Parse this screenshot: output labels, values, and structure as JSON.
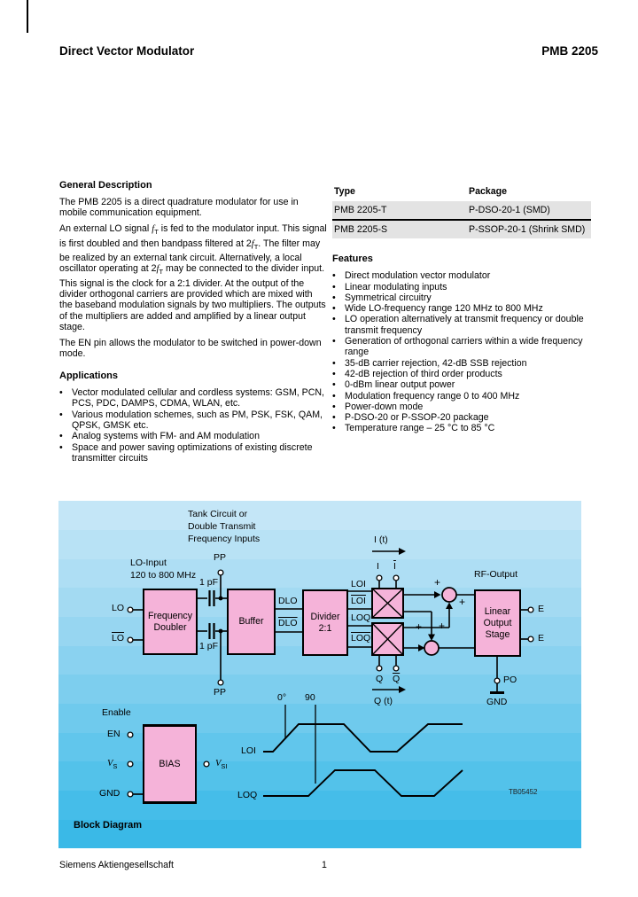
{
  "ui": {
    "bullet": "•"
  },
  "header": {
    "title": "Direct Vector Modulator",
    "part": "PMB 2205"
  },
  "general_description": {
    "heading": "General Description",
    "paragraphs": [
      [
        {
          "t": "The PMB 2205 is a direct quadrature modulator for use in mobile communication equipment."
        }
      ],
      [
        {
          "t": "An external LO signal "
        },
        {
          "i": "f",
          "sub": "T"
        },
        {
          "t": " is fed to the modulator input. This signal is first doubled and then bandpass filtered at 2"
        },
        {
          "i": "f",
          "sub": "T"
        },
        {
          "t": ". The filter may be realized by an external tank circuit. Alternatively, a local oscillator operating at 2"
        },
        {
          "i": "f",
          "sub": "T"
        },
        {
          "t": " may be connected to the divider input. This signal is the clock for a 2:1 divider. At the output of the divider orthogonal carriers are provided which are mixed with the baseband modulation signals by two multipliers. The outputs of the multipliers are added and amplified by a linear output stage."
        }
      ],
      [
        {
          "t": "The EN pin allows the modulator to be switched in power-down mode."
        }
      ]
    ]
  },
  "applications": {
    "heading": "Applications",
    "items": [
      "Vector modulated cellular and cordless systems: GSM, PCN, PCS, PDC, DAMPS, CDMA, WLAN, etc.",
      "Various modulation schemes, such as PM, PSK, FSK, QAM, QPSK, GMSK etc.",
      "Analog systems with FM- and AM modulation",
      "Space and power saving optimizations of existing discrete transmitter circuits"
    ]
  },
  "ordering": {
    "columns": [
      "Type",
      "Package"
    ],
    "rows": [
      [
        "PMB 2205-T",
        "P-DSO-20-1 (SMD)"
      ],
      [
        "PMB 2205-S",
        "P-SSOP-20-1 (Shrink SMD)"
      ]
    ]
  },
  "features": {
    "heading": "Features",
    "items": [
      "Direct modulation vector modulator",
      "Linear modulating inputs",
      "Symmetrical circuitry",
      "Wide LO-frequency range 120 MHz to 800 MHz",
      "LO operation alternatively at transmit frequency or double transmit frequency",
      "Generation of orthogonal carriers within a wide frequency range",
      "35-dB carrier rejection, 42-dB SSB rejection",
      "42-dB rejection of third order products",
      "0-dBm linear output power",
      "Modulation frequency range 0 to 400 MHz",
      "Power-down mode",
      "P-DSO-20 or P-SSOP-20 package",
      "Temperature range – 25 °C to 85 °C"
    ]
  },
  "diagram": {
    "caption": "Block Diagram",
    "figure_id": "TB05452",
    "blocks": {
      "freq_doubler": "Frequency\nDoubler",
      "buffer": "Buffer",
      "divider": "Divider\n2:1",
      "linear": "Linear\nOutput\nStage",
      "bias": "BIAS"
    },
    "labels": {
      "tank_note": "Tank Circuit or\nDouble Transmit\nFrequency Inputs",
      "lo_input": "LO-Input\n120 to 800 MHz",
      "pp": "PP",
      "lo": "LO",
      "cap": "1 pF",
      "dlo": "DLO",
      "loi": "LOI",
      "loq": "LOQ",
      "i_t": "I (t)",
      "q_t": "Q (t)",
      "i": "I",
      "q": "Q",
      "plus": "+",
      "rf_output": "RF-Output",
      "e": "E",
      "po": "PO",
      "gnd": "GND",
      "enable": "Enable",
      "en": "EN",
      "vs_main": "V",
      "vs_sub": "S",
      "vsi_main": "V",
      "vsi_sub": "SI",
      "deg0": "0°",
      "deg90": "90",
      "wf_loi": "LOI",
      "wf_loq": "LOQ"
    }
  },
  "footer": {
    "company": "Siemens Aktiengesellschaft",
    "page_number": "1"
  }
}
